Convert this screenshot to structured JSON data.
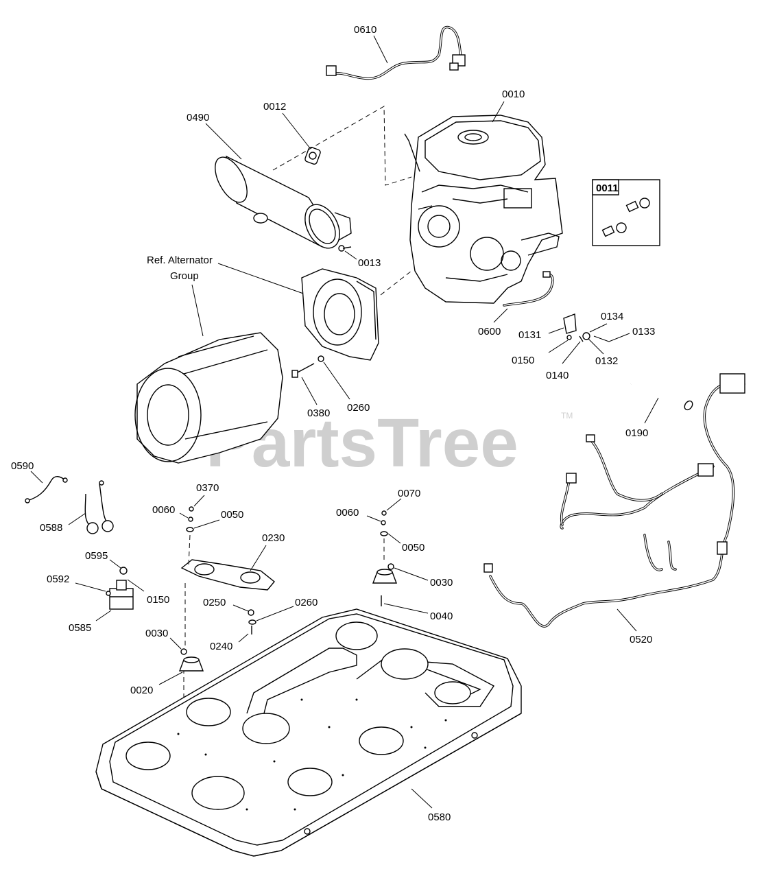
{
  "watermark": {
    "text": "PartsTree",
    "trademark": "TM"
  },
  "reference_note": {
    "line1": "Ref. Alternator",
    "line2": "Group"
  },
  "inset_box": {
    "label": "0011"
  },
  "part_labels": {
    "p0610": "0610",
    "p0010": "0010",
    "p0012": "0012",
    "p0490": "0490",
    "p0013": "0013",
    "p0600": "0600",
    "p0131": "0131",
    "p0134": "0134",
    "p0133": "0133",
    "p0150a": "0150",
    "p0140": "0140",
    "p0132": "0132",
    "p0380": "0380",
    "p0260a": "0260",
    "p0190": "0190",
    "p0590": "0590",
    "p0588": "0588",
    "p0370": "0370",
    "p0060a": "0060",
    "p0050a": "0050",
    "p0230": "0230",
    "p0070": "0070",
    "p0060b": "0060",
    "p0050b": "0050",
    "p0595": "0595",
    "p0592": "0592",
    "p0150b": "0150",
    "p0585": "0585",
    "p0250": "0250",
    "p0260b": "0260",
    "p0240": "0240",
    "p0030a": "0030",
    "p0040": "0040",
    "p0030b": "0030",
    "p0020": "0020",
    "p0520": "0520",
    "p0580": "0580"
  }
}
